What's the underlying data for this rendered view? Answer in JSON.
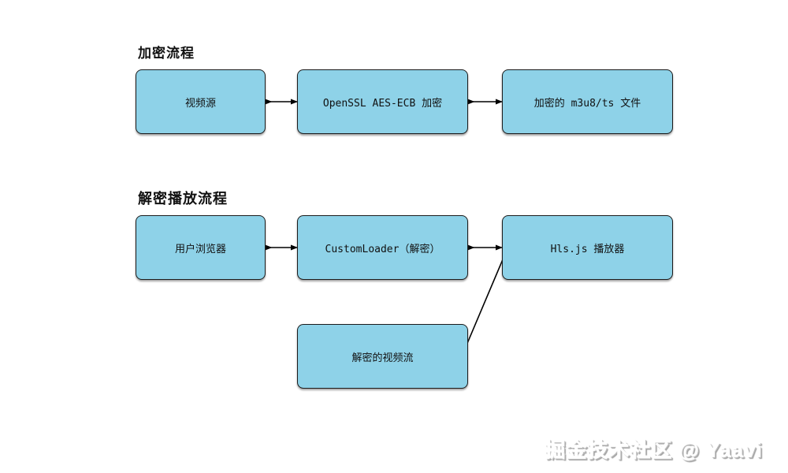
{
  "diagram": {
    "encrypt_flow": {
      "title": "加密流程",
      "nodes": {
        "video_source": "视频源",
        "openssl_encrypt": "OpenSSL AES-ECB 加密",
        "encrypted_files": "加密的 m3u8/ts 文件"
      }
    },
    "decrypt_flow": {
      "title": "解密播放流程",
      "nodes": {
        "user_browser": "用户浏览器",
        "custom_loader": "CustomLoader（解密）",
        "hls_player": "Hls.js 播放器",
        "decrypted_stream": "解密的视频流"
      }
    },
    "edges": [
      {
        "from": "视频源",
        "to": "OpenSSL AES-ECB 加密",
        "arrows": "forward"
      },
      {
        "from": "OpenSSL AES-ECB 加密",
        "to": "加密的 m3u8/ts 文件",
        "arrows": "forward"
      },
      {
        "from": "用户浏览器",
        "to": "CustomLoader（解密）",
        "arrows": "forward"
      },
      {
        "from": "CustomLoader（解密）",
        "to": "Hls.js 播放器",
        "arrows": "forward"
      },
      {
        "from": "Hls.js 播放器",
        "to": "解密的视频流",
        "arrows": "both"
      }
    ]
  },
  "watermark": "掘金技术社区 @ Yaavi",
  "colors": {
    "node_fill": "#8ed2e8",
    "node_border": "#1c1c1c",
    "arrow": "#000000",
    "background": "#ffffff"
  }
}
